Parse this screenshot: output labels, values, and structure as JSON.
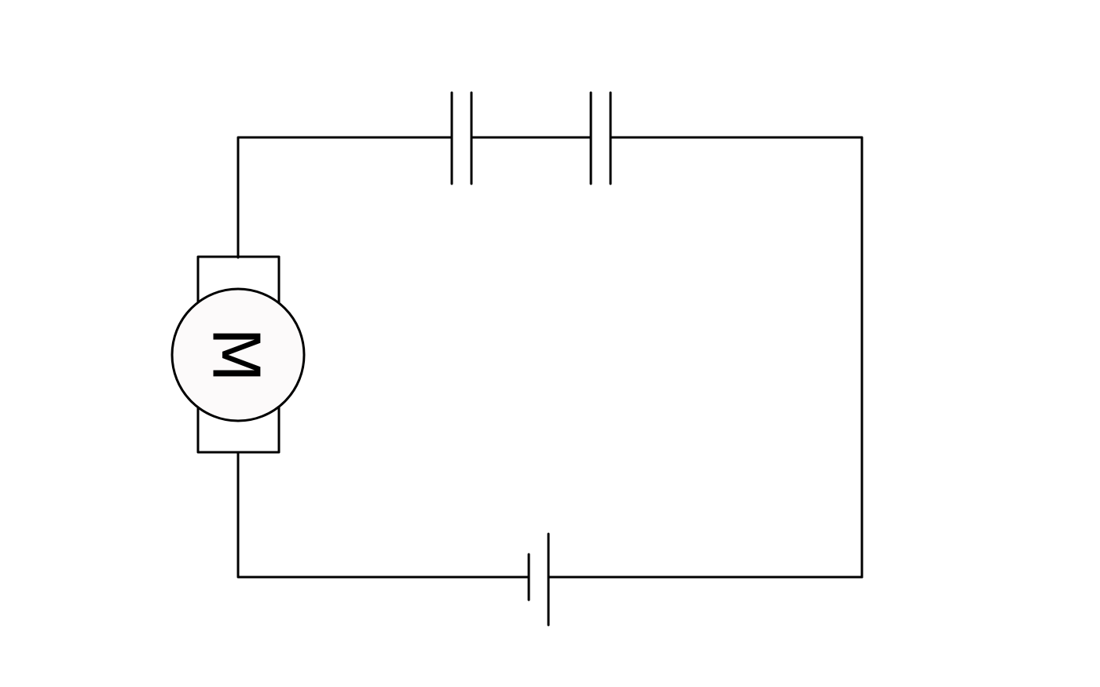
{
  "motor": {
    "label": "M",
    "fill_color": "#fcfafa"
  },
  "colors": {
    "line": "#000000",
    "background": "#ffffff"
  },
  "components": [
    "motor",
    "capacitor",
    "capacitor",
    "battery"
  ]
}
